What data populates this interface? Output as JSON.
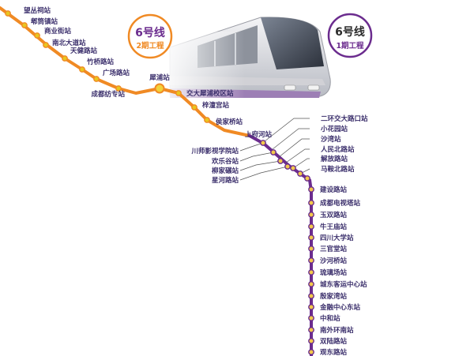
{
  "colors": {
    "phase2": "#F08A24",
    "phase1": "#6B2C8E",
    "station_fill_phase2": "#E8C61F",
    "station_fill_phase1": "#F2C84B",
    "label_text": "#3A2E6B",
    "leader": "#555555"
  },
  "badges": {
    "phase2": {
      "line": "6号线",
      "phase": "2期工程"
    },
    "phase1": {
      "line": "6号线",
      "phase": "1期工程"
    }
  },
  "phase2_stations": [
    "望丛祠站",
    "郫筒镇站",
    "商业街站",
    "南北大道站",
    "天健路站",
    "竹桥路站",
    "广场路站",
    "成都纺专站",
    "犀浦站",
    "交大犀浦校区站",
    "梓潼宫站",
    "侯家桥站"
  ],
  "transfer_station": "犀浦站",
  "left_labels": [
    "川师影视学院站",
    "欢乐谷站",
    "柳家碾站",
    "星河路站"
  ],
  "right_labels": [
    "上府河站",
    "二环交大路口站",
    "小花园站",
    "沙湾站",
    "人民北路站",
    "解放路站",
    "马鞍北路站"
  ],
  "vertical_stations": [
    "建设路站",
    "成都电视塔站",
    "玉双路站",
    "牛王庙站",
    "四川大学站",
    "三官堂站",
    "沙河桥站",
    "琉璃场站",
    "城东客运中心站",
    "殷家湾站",
    "金融中心东站",
    "中和站",
    "南外环南站",
    "双陆路站",
    "观东路站"
  ],
  "train_icon": "tram-icon"
}
